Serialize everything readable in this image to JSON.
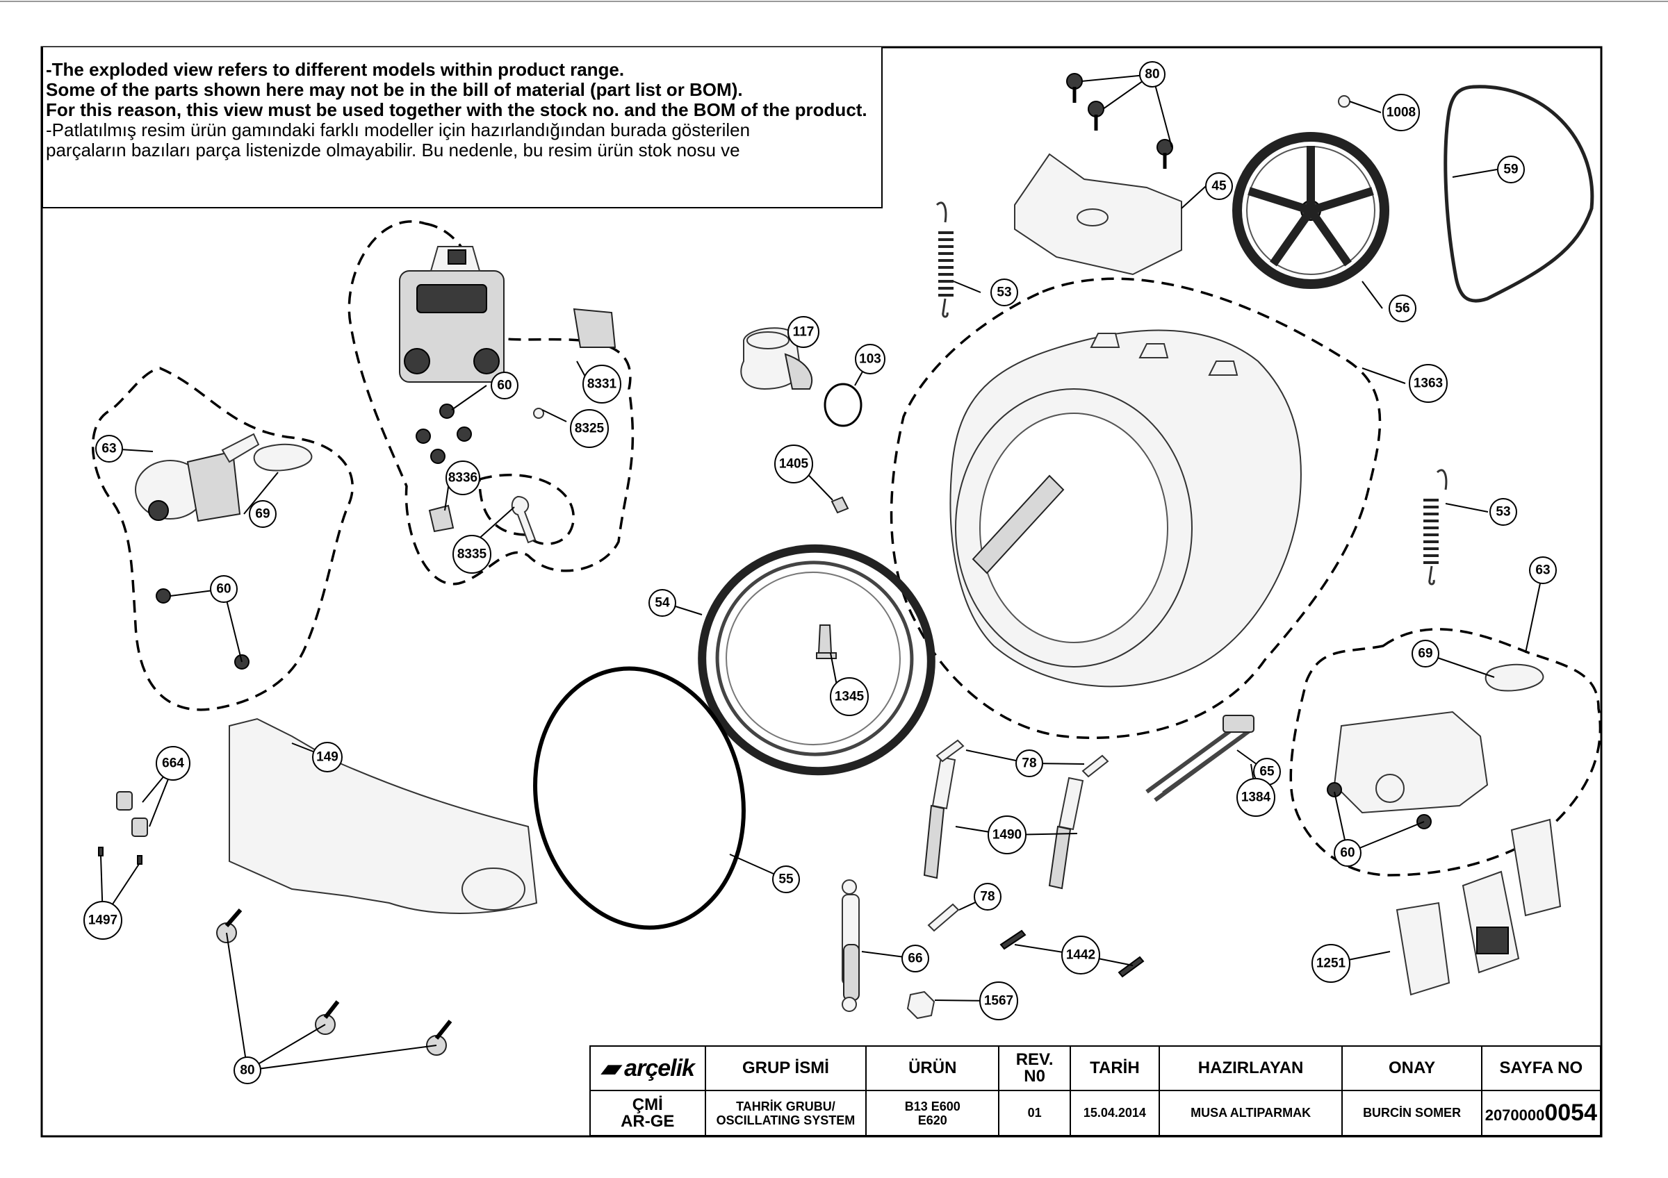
{
  "note": {
    "lines": [
      "-The exploded view refers to different models within product range.",
      " Some of the parts shown here may not be in the bill of material (part list or BOM).",
      " For this reason, this view must be used together with the stock no. and the BOM of the product.",
      "-Patlatılmış resim ürün gamındaki farklı modeller için hazırlandığından burada gösterilen",
      " parçaların bazıları parça listenizde olmayabilir. Bu nedenle, bu resim ürün stok nosu ve"
    ]
  },
  "parts": {
    "p80_top": "80",
    "p1008": "1008",
    "p59": "59",
    "p45": "45",
    "p56": "56",
    "p53_top": "53",
    "p117": "117",
    "p103": "103",
    "p1363": "1363",
    "p60_motor": "60",
    "p8331": "8331",
    "p8325": "8325",
    "p8336": "8336",
    "p8335": "8335",
    "p63_left": "63",
    "p69_left": "69",
    "p60_left": "60",
    "p1405": "1405",
    "p53_right": "53",
    "p63_right": "63",
    "p69_right": "69",
    "p60_right": "60",
    "p54": "54",
    "p1345": "1345",
    "p55": "55",
    "p664": "664",
    "p149": "149",
    "p1497": "1497",
    "p80_bottom": "80",
    "p78_a": "78",
    "p65": "65",
    "p1384": "1384",
    "p1490": "1490",
    "p78_b": "78",
    "p66": "66",
    "p1442": "1442",
    "p1567": "1567",
    "p1251": "1251"
  },
  "title_block": {
    "logo": "arçelik",
    "dept": [
      "ÇMİ",
      "AR-GE"
    ],
    "headers": {
      "group": "GRUP İSMİ",
      "product": "ÜRÜN",
      "rev": [
        "REV.",
        "N0"
      ],
      "date": "TARİH",
      "prepared": "HAZIRLAYAN",
      "approval": "ONAY",
      "page": "SAYFA NO"
    },
    "values": {
      "group": [
        "TAHRİK GRUBU/",
        "OSCILLATING SYSTEM"
      ],
      "product": [
        "B13 E600",
        "E620"
      ],
      "rev": "01",
      "date": "15.04.2014",
      "prepared": "MUSA ALTIPARMAK",
      "approval": "BURCİN SOMER",
      "page_prefix": "2070000",
      "page_suffix": "0054"
    }
  }
}
